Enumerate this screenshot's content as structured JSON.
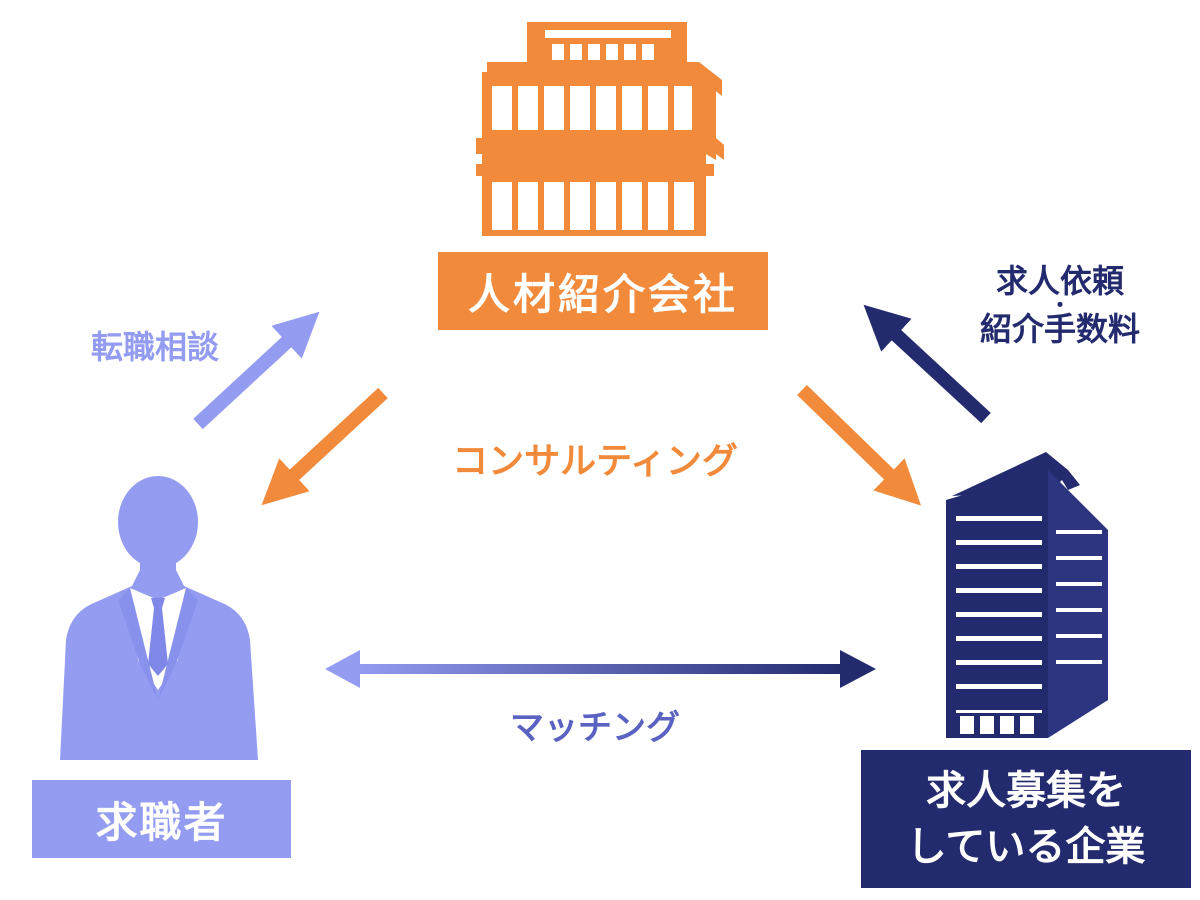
{
  "colors": {
    "agency": "#f28a3b",
    "seeker": "#949cf2",
    "company": "#232a6e",
    "matching_text": "#5b62c2"
  },
  "icons": {
    "agency": "office-building-icon",
    "seeker": "person-silhouette-icon",
    "company": "high-rise-building-icon"
  },
  "nodes": {
    "agency": {
      "label": "人材紹介会社"
    },
    "seeker": {
      "label": "求職者"
    },
    "company": {
      "label_line1": "求人募集を",
      "label_line2": "している企業"
    }
  },
  "edges": {
    "career_consultation": "転職相談",
    "consulting": "コンサルティング",
    "job_request": "求人依頼",
    "request_separator": "・",
    "referral_fee": "紹介手数料",
    "matching": "マッチング"
  }
}
